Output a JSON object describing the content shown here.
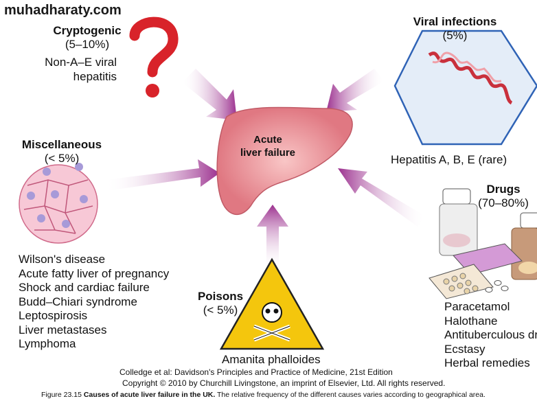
{
  "center": {
    "title_line1": "Acute",
    "title_line2": "liver failure"
  },
  "cryptogenic": {
    "title": "Cryptogenic",
    "pct": "(5–10%)",
    "desc_line1": "Non-A–E viral",
    "desc_line2": "hepatitis"
  },
  "viral": {
    "title": "Viral infections",
    "pct": "(5%)",
    "desc": "Hepatitis A, B, E (rare)"
  },
  "misc": {
    "title": "Miscellaneous",
    "pct": "(< 5%)",
    "items": [
      "Wilson's disease",
      "Acute fatty liver of pregnancy",
      "Shock and cardiac failure",
      "Budd–Chiari syndrome",
      "Leptospirosis",
      "Liver metastases",
      "Lymphoma"
    ]
  },
  "poisons": {
    "title": "Poisons",
    "pct": "(< 5%)",
    "desc": "Amanita phalloides"
  },
  "drugs": {
    "title": "Drugs",
    "pct": "(70–80%)",
    "items": [
      "Paracetamol",
      "Halothane",
      "Antituberculous drugs",
      "Ecstasy",
      "Herbal remedies"
    ]
  },
  "citation": {
    "line1": "Colledge et al: Davidson's Principles and Practice of Medicine, 21st Edition",
    "line2": "Copyright © 2010 by Churchill Livingstone, an imprint of Elsevier, Ltd. All rights reserved."
  },
  "caption": {
    "label": "Figure 23.15",
    "bold": "Causes of acute liver failure in the UK.",
    "rest": "The relative frequency of the different causes varies according to geographical area."
  },
  "watermark": "muhadharaty.com",
  "colors": {
    "arrow": "#9b2f8e",
    "liver": "#e98f96",
    "question": "#d8232a",
    "warning": "#f4c60d"
  }
}
